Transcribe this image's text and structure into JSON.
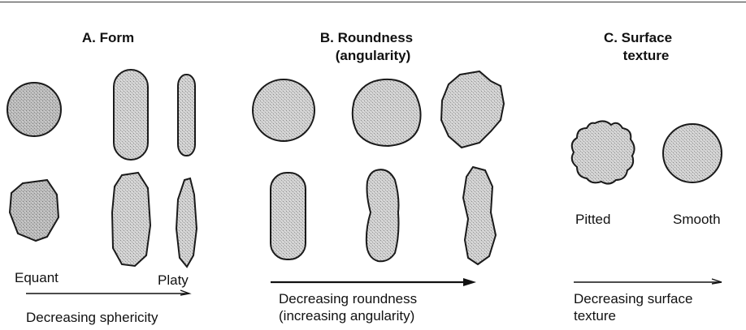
{
  "headers": {
    "form": "A.  Form",
    "roundness_line1": "B.  Roundness",
    "roundness_line2": "(angularity)",
    "surface_line1": "C. Surface",
    "surface_line2": "texture"
  },
  "form": {
    "left_label": "Equant",
    "right_label": "Platy",
    "caption": "Decreasing sphericity"
  },
  "roundness": {
    "caption_line1": "Decreasing roundness",
    "caption_line2": "(increasing angularity)"
  },
  "surface": {
    "pitted_label": "Pitted",
    "smooth_label": "Smooth",
    "caption_line1": "Decreasing surface",
    "caption_line2": "texture"
  },
  "colors": {
    "grain_fill": "#c9c9c9",
    "grain_stroke": "#1a1a1a",
    "arrow": "#111111"
  }
}
